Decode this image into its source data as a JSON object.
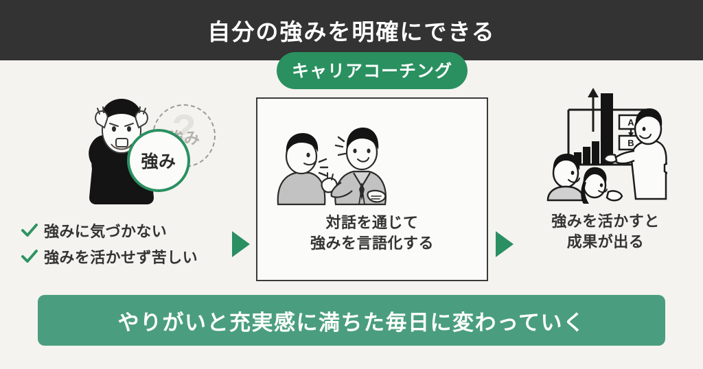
{
  "header": {
    "title": "自分の強みを明確にできる"
  },
  "colors": {
    "background": "#f4f3ef",
    "header_bg": "#333333",
    "green_accent": "#2a9060",
    "banner_green": "#4a9e7f",
    "arrow_green": "#2a8f62",
    "text_dark": "#333333",
    "muted_gray": "#b3b2ad"
  },
  "stages": {
    "left": {
      "illustration": "stressed-person-holding-head",
      "bubble": {
        "question_mark": "?",
        "label": "強み",
        "style": "dashed-circle"
      },
      "checklist": [
        {
          "icon": "check-icon",
          "label": "強みに気づかない"
        },
        {
          "icon": "check-icon",
          "label": "強みを活かせず苦しい"
        }
      ]
    },
    "middle": {
      "badge": "キャリアコーチング",
      "illustration": "two-people-conversation",
      "strength_circle": "強み",
      "caption_lines": [
        "対話を通じて",
        "強みを言語化する"
      ]
    },
    "right": {
      "illustration": "presentation-growth-chart-audience",
      "caption_lines": [
        "強みを活かすと",
        "成果が出る"
      ]
    }
  },
  "arrows": [
    {
      "name": "arrow-left-to-middle",
      "direction": "right"
    },
    {
      "name": "arrow-middle-to-right",
      "direction": "right"
    }
  ],
  "banner": {
    "text": "やりがいと充実感に満ちた毎日に変わっていく"
  }
}
